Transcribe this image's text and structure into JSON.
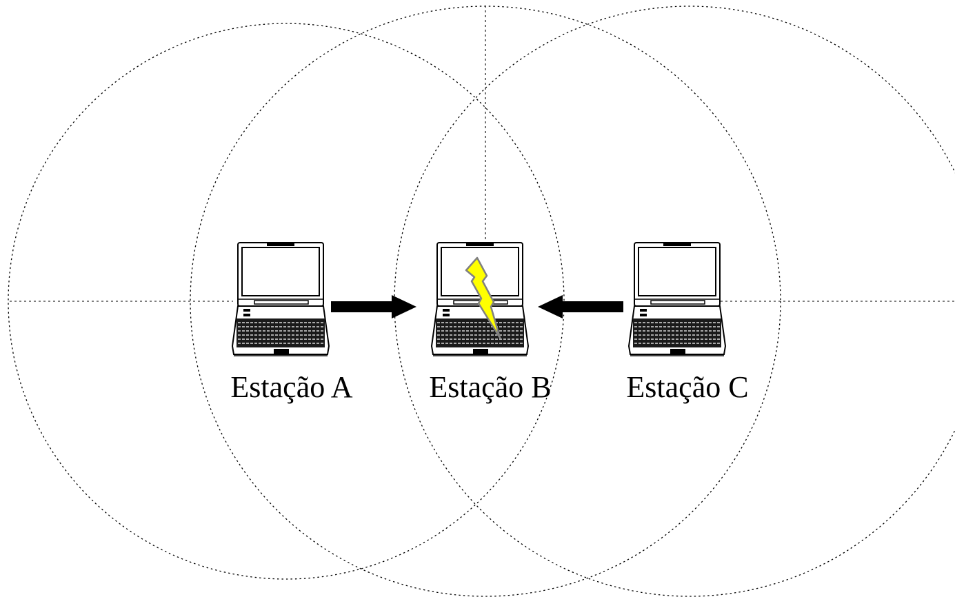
{
  "stations": [
    {
      "id": "A",
      "label": "Estação A",
      "interference": false
    },
    {
      "id": "B",
      "label": "Estação B",
      "interference": true
    },
    {
      "id": "C",
      "label": "Estação C",
      "interference": false
    }
  ],
  "arrows": [
    {
      "from": "A",
      "to": "B"
    },
    {
      "from": "C",
      "to": "B"
    }
  ],
  "colors": {
    "lightning_fill": "#ffff00",
    "lightning_stroke": "#808080",
    "line": "#000000",
    "background": "#ffffff"
  }
}
